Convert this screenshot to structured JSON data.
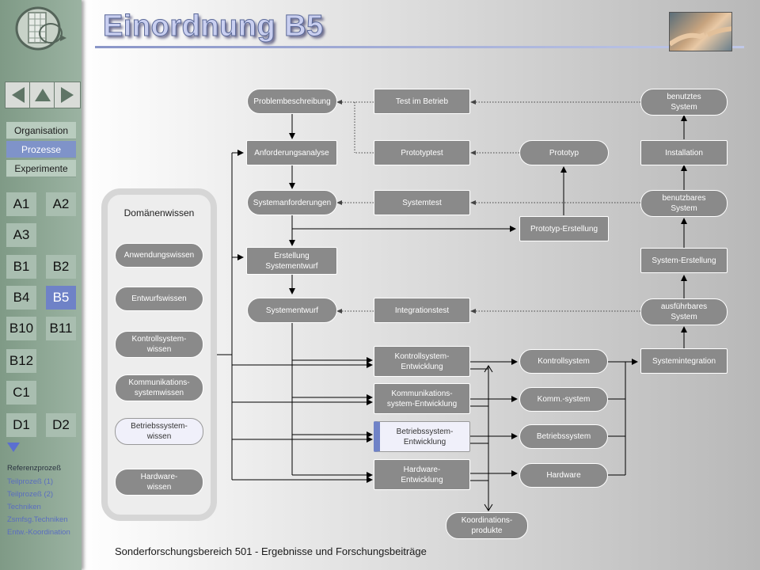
{
  "page": {
    "title": "Einordnung B5",
    "footer": "Sonderforschungsbereich 501 - Ergebnisse und Forschungsbeiträge"
  },
  "sidebar": {
    "logo": "logo-icon",
    "nav": {
      "left": "arrow-left-icon",
      "up": "arrow-up-icon",
      "right": "arrow-right-icon",
      "down": "arrow-down-icon"
    },
    "menu": [
      {
        "label": "Organisation",
        "active": false
      },
      {
        "label": "Prozesse",
        "active": true
      },
      {
        "label": "Experimente",
        "active": false
      }
    ],
    "codes": {
      "A1": "A1",
      "A2": "A2",
      "A3": "A3",
      "B1": "B1",
      "B2": "B2",
      "B4": "B4",
      "B5": "B5",
      "B10": "B10",
      "B11": "B11",
      "B12": "B12",
      "C1": "C1",
      "D1": "D1",
      "D2": "D2"
    },
    "active_code": "B5",
    "links": [
      {
        "label": "Referenzprozeß"
      },
      {
        "label": "Teilprozeß (1)"
      },
      {
        "label": "Teilprozeß (2)"
      },
      {
        "label": "Techniken"
      },
      {
        "label": "Zsmfsg.Techniken"
      },
      {
        "label": "Entw.-Koordination"
      }
    ]
  },
  "domain": {
    "title": "Domänenwissen",
    "items": {
      "anwendung": "Anwendungswissen",
      "entwurf": "Entwurfswissen",
      "kontroll": "Kontrollsystem-\nwissen",
      "komm": "Kommunikations-\nsystemwissen",
      "betrieb": "Betriebssystem-\nwissen",
      "hardware": "Hardware-\nwissen"
    }
  },
  "diagram": {
    "nodes": {
      "problem": "Problembeschreibung",
      "anforderung": "Anforderungsanalyse",
      "sysanf": "Systemanforderungen",
      "erstellung": "Erstellung\nSystementwurf",
      "entwurf": "Systementwurf",
      "testbetrieb": "Test im Betrieb",
      "prototyptest": "Prototyptest",
      "systemtest": "Systemtest",
      "integrationstest": "Integrationstest",
      "prototyp": "Prototyp",
      "prototyperst": "Prototyp-Erstellung",
      "benutzt": "benutztes\nSystem",
      "installation": "Installation",
      "benutzbar": "benutzbares\nSystem",
      "systemerst": "System-Erstellung",
      "ausfuehrbar": "ausführbares\nSystem",
      "systemint": "Systemintegration",
      "kontrollentw": "Kontrollsystem-\nEntwicklung",
      "kommentw": "Kommunikations-\nsystem-Entwicklung",
      "betriebentw": "Betriebssystem-\nEntwicklung",
      "hardwareentw": "Hardware-\nEntwicklung",
      "kontrollsys": "Kontrollsystem",
      "kommsys": "Komm.-system",
      "betriebsys": "Betriebssystem",
      "hardware": "Hardware",
      "koordination": "Koordinations-\nprodukte"
    }
  },
  "colors": {
    "node": "#8a8a8a",
    "accent": "#6f82c7",
    "title": "#c9cff0"
  }
}
